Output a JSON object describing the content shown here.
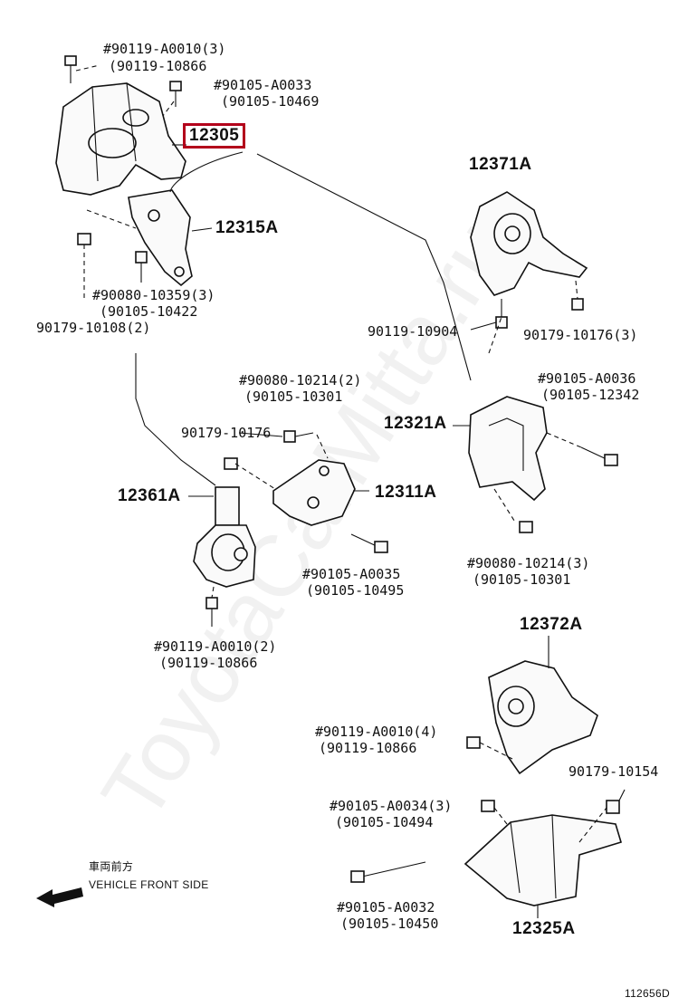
{
  "watermark": "ToyotaCarMitta.ru",
  "highlight_color": "#b3001b",
  "labels": {
    "p_90119_A0010_3": "#90119-A0010(3)",
    "p_90119_10866_a": "(90119-10866",
    "p_90105_A0033": "#90105-A0033",
    "p_90105_10469": "(90105-10469",
    "p_12305": "12305",
    "p_12371A": "12371A",
    "p_12315A": "12315A",
    "p_90080_10359": "#90080-10359(3)",
    "p_90105_10422": "(90105-10422",
    "p_90179_10108": "90179-10108(2)",
    "p_90119_10904": "90119-10904",
    "p_90179_10176_3": "90179-10176(3)",
    "p_90080_10214_2": "#90080-10214(2)",
    "p_90105_10301_a": "(90105-10301",
    "p_90105_A0036": "#90105-A0036",
    "p_90105_12342": "(90105-12342",
    "p_90179_10176": "90179-10176",
    "p_12321A": "12321A",
    "p_12361A": "12361A",
    "p_12311A": "12311A",
    "p_90105_A0035": "#90105-A0035",
    "p_90105_10495": "(90105-10495",
    "p_90080_10214_3": "#90080-10214(3)",
    "p_90105_10301_b": "(90105-10301",
    "p_90119_A0010_2": "#90119-A0010(2)",
    "p_90119_10866_b": "(90119-10866",
    "p_12372A": "12372A",
    "p_90119_A0010_4": "#90119-A0010(4)",
    "p_90119_10866_c": "(90119-10866",
    "p_90179_10154": "90179-10154",
    "p_90105_A0034": "#90105-A0034(3)",
    "p_90105_10494": "(90105-10494",
    "p_90105_A0032": "#90105-A0032",
    "p_90105_10450": "(90105-10450",
    "p_12325A": "12325A",
    "front_jp": "車両前方",
    "front_en": "VEHICLE FRONT SIDE",
    "diagram_code": "112656D"
  },
  "icons": {
    "front_arrow": "arrow-left-icon"
  }
}
